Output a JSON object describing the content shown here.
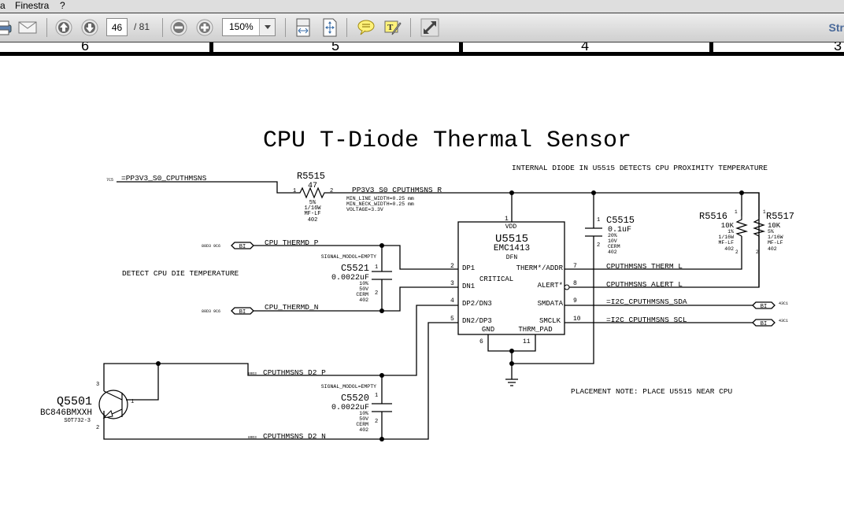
{
  "menu": {
    "items": [
      "a",
      "Finestra",
      "?"
    ]
  },
  "toolbar": {
    "page_current": "46",
    "page_total": "/ 81",
    "zoom_value": "150%",
    "right_label": "Str"
  },
  "schematic": {
    "zone_labels": [
      "6",
      "5",
      "4",
      "3"
    ],
    "title": "CPU T-Diode Thermal Sensor",
    "notes": {
      "internal_diode": "INTERNAL DIODE IN U5515 DETECTS CPU PROXIMITY TEMPERATURE",
      "detect_die": "DETECT CPU DIE TEMPERATURE",
      "placement": "PLACEMENT NOTE: PLACE U5515 NEAR CPU"
    },
    "nets": {
      "pp3v3": "=PP3V3_S0_CPUTHMSNS",
      "pp3v3_ref": "7C5",
      "pp3v3_r": "PP3V3_S0_CPUTHMSNS_R",
      "pp3v3_r_props": [
        "MIN_LINE_WIDTH=0.25 mm",
        "MIN_NECK_WIDTH=0.25 mm",
        "VOLTAGE=3.3V"
      ],
      "thermd_p": "CPU_THERMD_P",
      "thermd_n": "CPU_THERMD_N",
      "thermd_ref": "80D3  9C6",
      "d2_p": "CPUTHMSNS_D2_P",
      "d2_n": "CPUTHMSNS_D2_N",
      "d2_ref": "80D3",
      "therm_l": "CPUTHMSNS_THERM_L",
      "alert_l": "CPUTHMSNS_ALERT_L",
      "sda": "=I2C_CPUTHMSNS_SDA",
      "scl": "=I2C_CPUTHMSNS_SCL",
      "i2c_ref": "43C1",
      "port_label": "BI",
      "signal_model": "SIGNAL_MODOL=EMPTY"
    },
    "r5515": {
      "ref": "R5515",
      "value": "47",
      "specs": [
        "5%",
        "1/16W",
        "MF-LF",
        "402"
      ],
      "pin1": "1",
      "pin2": "2"
    },
    "r5516": {
      "ref": "R5516",
      "value": "10K",
      "specs": [
        "1%",
        "1/16W",
        "MF-LF",
        "402"
      ]
    },
    "r5517": {
      "ref": "R5517",
      "value": "10K",
      "specs": [
        "5%",
        "1/16W",
        "MF-LF",
        "402"
      ]
    },
    "c5515": {
      "ref": "C5515",
      "value": "0.1uF",
      "specs": [
        "20%",
        "10V",
        "CERM",
        "402"
      ]
    },
    "c5521": {
      "ref": "C5521",
      "value": "0.0022uF",
      "specs": [
        "10%",
        "50V",
        "CERM",
        "402"
      ]
    },
    "c5520": {
      "ref": "C5520",
      "value": "0.0022uF",
      "specs": [
        "10%",
        "50V",
        "CERM",
        "402"
      ]
    },
    "u5515": {
      "ref": "U5515",
      "part": "EMC1413",
      "pkg": "DFN",
      "critical": "CRITICAL",
      "pins": {
        "vdd": "VDD",
        "dp1": "DP1",
        "dn1": "DN1",
        "dp2dn3": "DP2/DN3",
        "dn2dp3": "DN2/DP3",
        "therm": "THERM*/ADDR",
        "alert": "ALERT*",
        "smdata": "SMDATA",
        "smclk": "SMCLK",
        "gnd": "GND",
        "thrm_pad": "THRM_PAD"
      },
      "pin_numbers": {
        "vdd": "1",
        "dp1": "2",
        "dn1": "3",
        "dp2dn3": "4",
        "dn2dp3": "5",
        "gnd": "6",
        "therm": "7",
        "alert": "8",
        "smdata": "9",
        "smclk": "10",
        "thrm_pad": "11"
      }
    },
    "q5501": {
      "ref": "Q5501",
      "part": "BC846BMXXH",
      "pkg": "SOT732-3",
      "pin_b": "1",
      "pin_e": "2",
      "pin_c": "3"
    }
  }
}
